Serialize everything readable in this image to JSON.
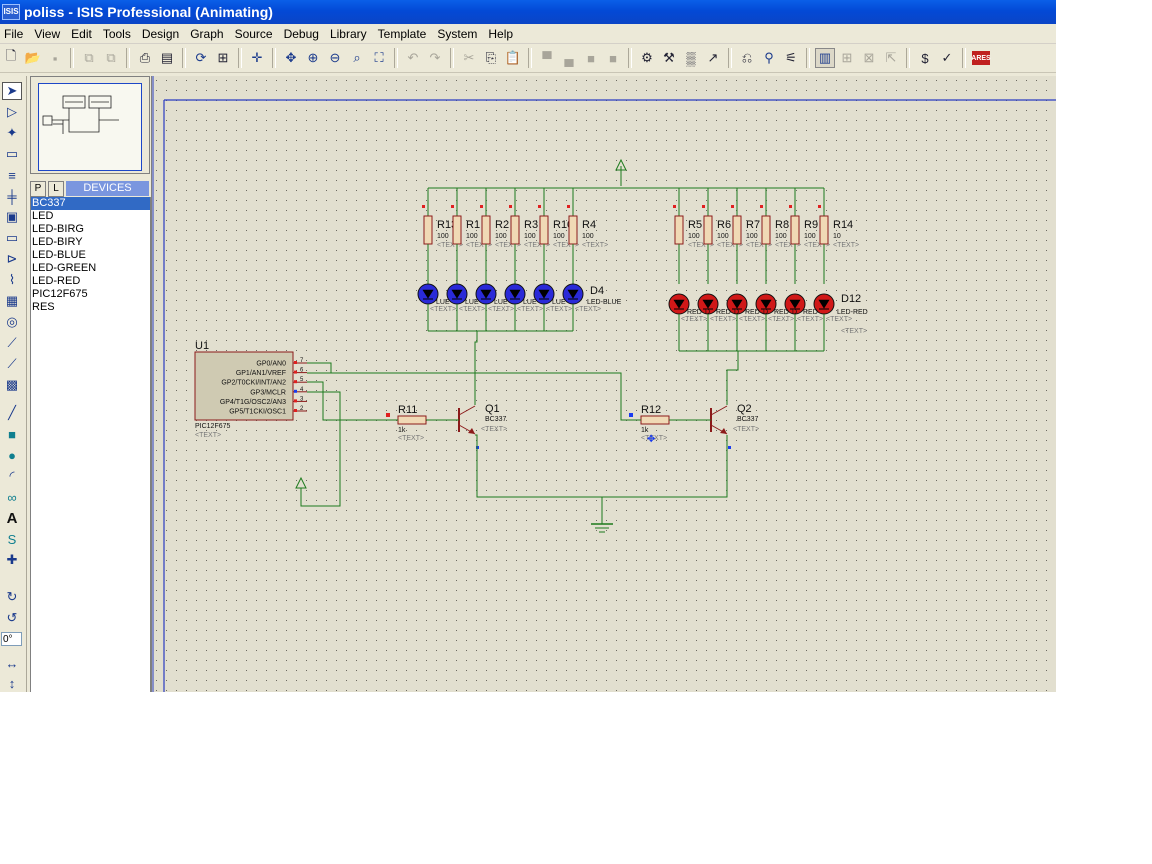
{
  "window": {
    "title": "poliss - ISIS Professional (Animating)",
    "icon": "isis-app-icon"
  },
  "menu": [
    "File",
    "View",
    "Edit",
    "Tools",
    "Design",
    "Graph",
    "Source",
    "Debug",
    "Library",
    "Template",
    "System",
    "Help"
  ],
  "toolbar": {
    "icons": [
      "new-file-icon",
      "open-folder-icon",
      "save-icon",
      "|",
      "import-icon",
      "export-icon",
      "|",
      "print-icon",
      "print-area-icon",
      "|",
      "refresh-icon",
      "grid-icon",
      "|",
      "origin-icon",
      "|",
      "pan-icon",
      "zoom-in-icon",
      "zoom-out-icon",
      "zoom-all-icon",
      "zoom-area-icon",
      "|",
      "undo-icon",
      "redo-icon",
      "|",
      "cut-icon",
      "copy-icon",
      "paste-icon",
      "|",
      "block-copy-icon",
      "block-move-icon",
      "block-rotate-icon",
      "block-delete-icon",
      "|",
      "pick-device-icon",
      "make-device-icon",
      "decompose-icon",
      "probe-icon",
      "|",
      "wire-autorouter-icon",
      "search-tag-icon",
      "property-tool-icon",
      "|",
      "design-explorer-icon",
      "new-sheet-icon",
      "remove-sheet-icon",
      "exit-parent-icon",
      "|",
      "bom-icon",
      "erc-icon",
      "|",
      "ares-icon"
    ],
    "ares_label": "ARES"
  },
  "left_tools": [
    "select-mode-icon",
    "component-mode-icon",
    "junction-icon",
    "wire-label-icon",
    "script-icon",
    "bus-icon",
    "subcircuit-icon",
    "terminal-icon",
    "device-pin-icon",
    "graph-icon",
    "tape-recorder-icon",
    "generator-icon",
    "voltage-probe-icon",
    "current-probe-icon",
    "virtual-instrument-icon",
    "line-2d-icon",
    "box-2d-icon",
    "circle-2d-icon",
    "arc-2d-icon",
    "path-2d-icon",
    "text-2d-icon",
    "symbol-2d-icon",
    "marker-2d-icon",
    "rotate-cw-icon",
    "rotate-ccw-icon",
    "mirror-x-icon",
    "mirror-y-icon"
  ],
  "rotation_value": "0°",
  "devices": {
    "p_label": "P",
    "l_label": "L",
    "title": "DEVICES",
    "items": [
      "BC337",
      "LED",
      "LED-BIRG",
      "LED-BIRY",
      "LED-BLUE",
      "LED-GREEN",
      "LED-RED",
      "PIC12F675",
      "RES"
    ],
    "selected": "BC337"
  },
  "schematic": {
    "mcu": {
      "ref": "U1",
      "part": "PIC12F675",
      "text": "<TEXT>",
      "pins": [
        {
          "name": "GP0/AN0",
          "num": "7"
        },
        {
          "name": "GP1/AN1/VREF",
          "num": "6"
        },
        {
          "name": "GP2/T0CKI/INT/AN2",
          "num": "5"
        },
        {
          "name": "GP3/MCLR",
          "num": "4"
        },
        {
          "name": "GP4/T1G/OSC2/AN3",
          "num": "3"
        },
        {
          "name": "GP5/T1CKI/OSC1",
          "num": "2"
        }
      ]
    },
    "blue_resistors": [
      {
        "ref": "R13",
        "val": "100"
      },
      {
        "ref": "R1",
        "val": "100"
      },
      {
        "ref": "R2",
        "val": "100"
      },
      {
        "ref": "R3",
        "val": "100"
      },
      {
        "ref": "R10",
        "val": "100"
      },
      {
        "ref": "R4",
        "val": "100"
      }
    ],
    "red_resistors": [
      {
        "ref": "R5",
        "val": "100"
      },
      {
        "ref": "R6",
        "val": "100"
      },
      {
        "ref": "R7",
        "val": "100"
      },
      {
        "ref": "R8",
        "val": "100"
      },
      {
        "ref": "R9",
        "val": "100"
      },
      {
        "ref": "R14",
        "val": "10"
      }
    ],
    "blue_led_label": "D4",
    "blue_led_part": "LED-BLUE",
    "blue_led_part_fragment": "LUE",
    "red_led_label": "D12",
    "red_led_part": "LED-RED",
    "red_led_part_fragment": "RED",
    "red_led_ref_fragment": "D",
    "text_tag": "<TEXT>",
    "base_resistors": [
      {
        "ref": "R11",
        "val": "1k"
      },
      {
        "ref": "R12",
        "val": "1k"
      }
    ],
    "transistors": [
      {
        "ref": "Q1",
        "part": "BC337"
      },
      {
        "ref": "Q2",
        "part": "BC337"
      }
    ],
    "colors": {
      "wire": "#1c7a1c",
      "body_outline": "#8b1a1a",
      "resistor_fill": "#f0d9b5",
      "led_blue": "#2a2ad8",
      "led_red": "#d01818",
      "mcu_fill": "#cfcab2",
      "pin_marker_red": "#e02020",
      "pin_marker_blue": "#1a3cf0"
    }
  }
}
